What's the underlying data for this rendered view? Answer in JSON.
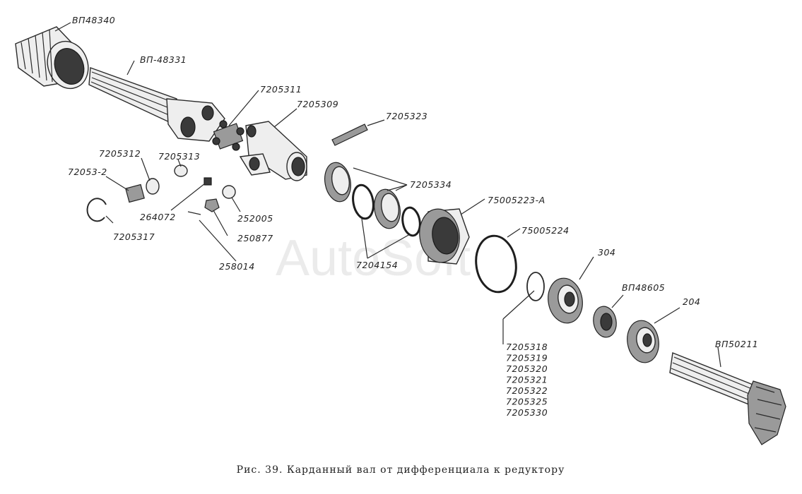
{
  "caption": "Рис. 39. Карданный вал от дифференциала к редуктору",
  "watermark": "AutoSoft",
  "labels": {
    "vp48340": "ВП48340",
    "vp48331": "ВП-48331",
    "p7205311": "7205311",
    "p7205309": "7205309",
    "p7205323": "7205323",
    "p7205312": "7205312",
    "p7205313": "7205313",
    "p72053_2": "72053-2",
    "p264072": "264072",
    "p252005": "252005",
    "p250877": "250877",
    "p7205317": "7205317",
    "p258014": "258014",
    "p7205334": "7205334",
    "p75005223a": "75005223-А",
    "p75005224": "75005224",
    "p7204154": "7204154",
    "p304": "304",
    "vp48605": "ВП48605",
    "p204": "204",
    "vp50211": "ВП50211"
  },
  "part_list": [
    "7205318",
    "7205319",
    "7205320",
    "7205321",
    "7205322",
    "7205325",
    "7205330"
  ]
}
